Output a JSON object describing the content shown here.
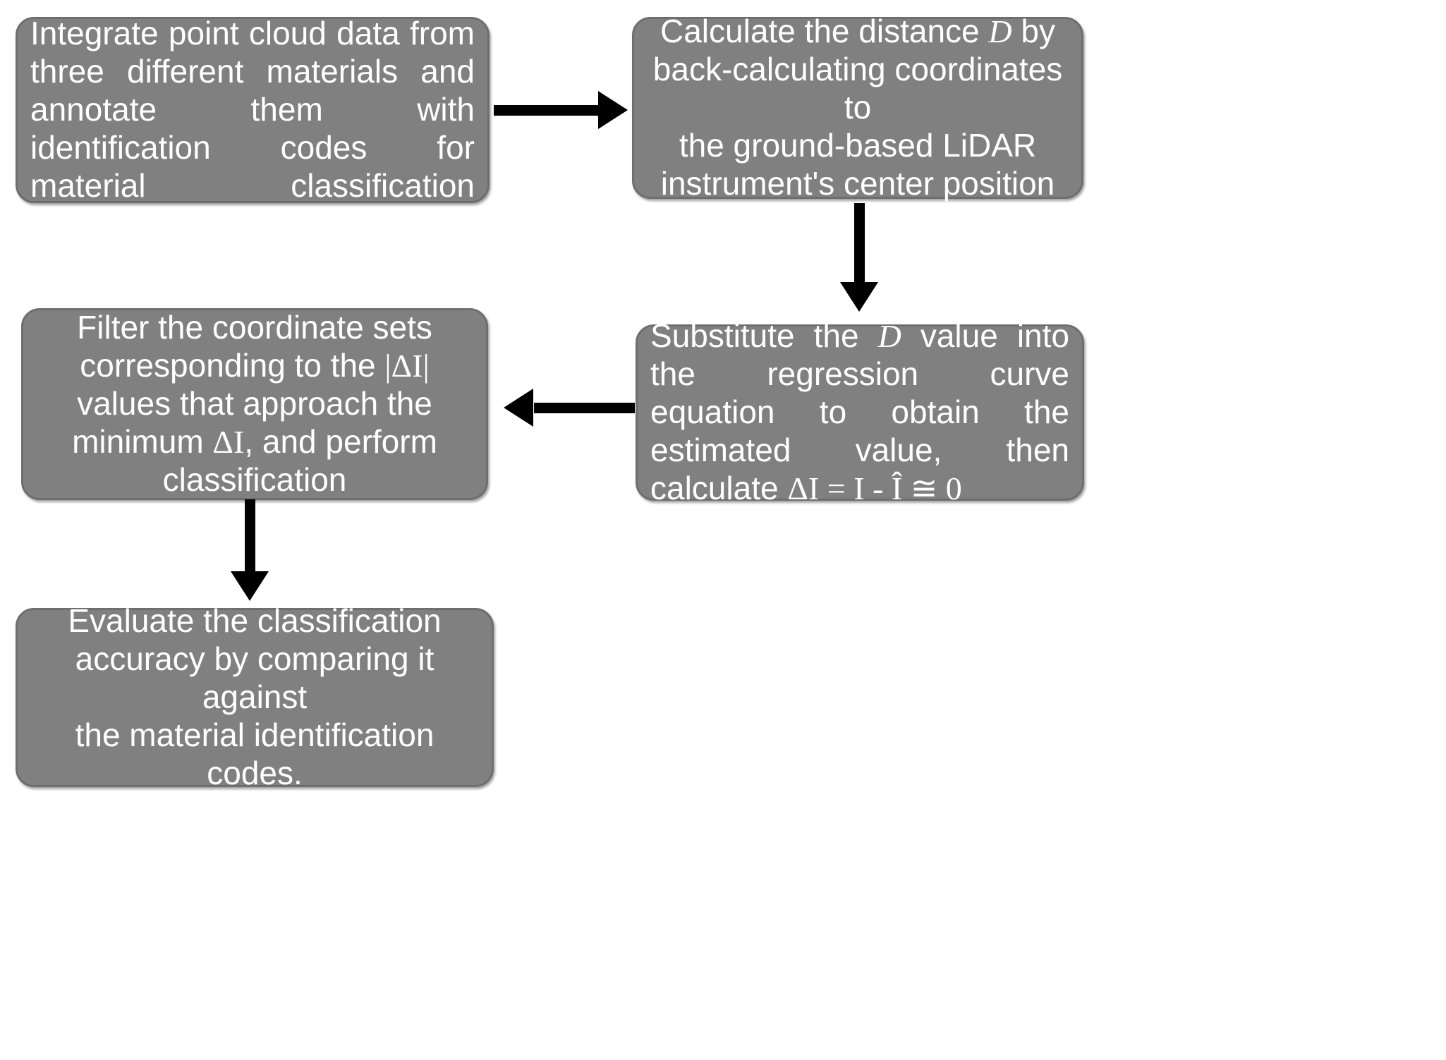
{
  "diagram": {
    "title": "Point cloud material classification workflow",
    "background_color": "#ffffff",
    "node_fill_color": "#808080",
    "node_border_color": "#6e6e6e",
    "node_text_color": "#ffffff",
    "arrow_color": "#000000"
  },
  "nodes": {
    "integrate": {
      "text": "Integrate point cloud data from three different materials and annotate them with identification codes for material classification",
      "align": "justify"
    },
    "calcdist": {
      "line1_a": "Calculate the distance ",
      "line1_sym": "D",
      "line1_b": " by",
      "line2": "back-calculating coordinates to",
      "line3": "the ground-based LiDAR",
      "line4": "instrument's center position",
      "align": "center"
    },
    "substitute": {
      "seg1": "Substitute the ",
      "sym1": "D",
      "seg2": " value into the regression curve equation to obtain the estimated value, then calculate ",
      "eq_delta": "ΔI",
      "eq_equals": " = ",
      "eq_I": "I",
      "eq_minus": " - ",
      "eq_Ihat": "Î",
      "eq_cong": " ≅ ",
      "eq_zero": "0",
      "align": "justify"
    },
    "filter": {
      "line1": "Filter the coordinate sets",
      "line2_a": "corresponding to the ",
      "line2_sym": "|ΔI|",
      "line3": "values that approach the",
      "line4_a": "minimum ",
      "line4_sym": "ΔI",
      "line4_b": ", and perform",
      "line5": "classification",
      "align": "center"
    },
    "evaluate": {
      "line1": "Evaluate the classification",
      "line2": "accuracy by comparing it against",
      "line3": "the material identification codes.",
      "align": "center"
    }
  },
  "arrows": [
    {
      "id": "integrate-to-calcdist",
      "from": "integrate",
      "to": "calcdist",
      "direction": "right"
    },
    {
      "id": "calcdist-to-substitute",
      "from": "calcdist",
      "to": "substitute",
      "direction": "down"
    },
    {
      "id": "substitute-to-filter",
      "from": "substitute",
      "to": "filter",
      "direction": "left"
    },
    {
      "id": "filter-to-evaluate",
      "from": "filter",
      "to": "evaluate",
      "direction": "down"
    }
  ]
}
